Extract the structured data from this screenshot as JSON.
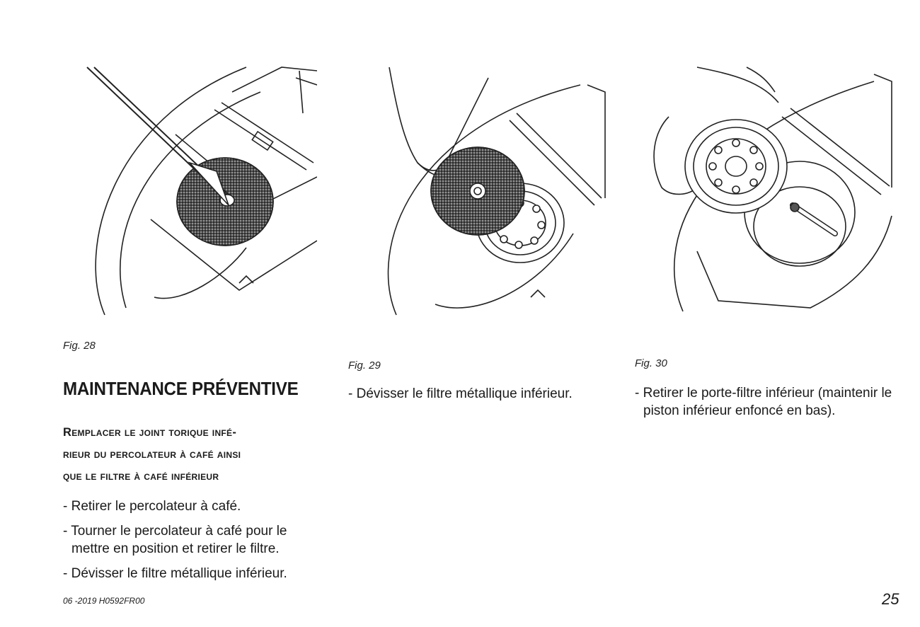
{
  "figures": [
    {
      "caption": "Fig. 28",
      "icon": "filter-removal-illustration"
    },
    {
      "caption": "Fig. 29",
      "icon": "unscrew-filter-illustration"
    },
    {
      "caption": "Fig. 30",
      "icon": "remove-filter-holder-illustration"
    }
  ],
  "section_title": "MAINTENANCE PRÉVENTIVE",
  "subheading_lines": [
    "Remplacer le joint torique infé-",
    "rieur du percolateur à café ainsi",
    "que le filtre à café inférieur"
  ],
  "left_steps": [
    "Retirer le percolateur à café.",
    "Tourner le percolateur à café pour le mettre en position et retirer le filtre.",
    "Dévisser le filtre métallique inférieur."
  ],
  "middle_steps": [
    "Dévisser le filtre métallique inférieur."
  ],
  "right_steps": [
    "Retirer le porte-filtre inférieur (maintenir le piston inférieur enfoncé en bas)."
  ],
  "footer": {
    "reference": "06 -2019 H0592FR00",
    "page_number": "25"
  }
}
